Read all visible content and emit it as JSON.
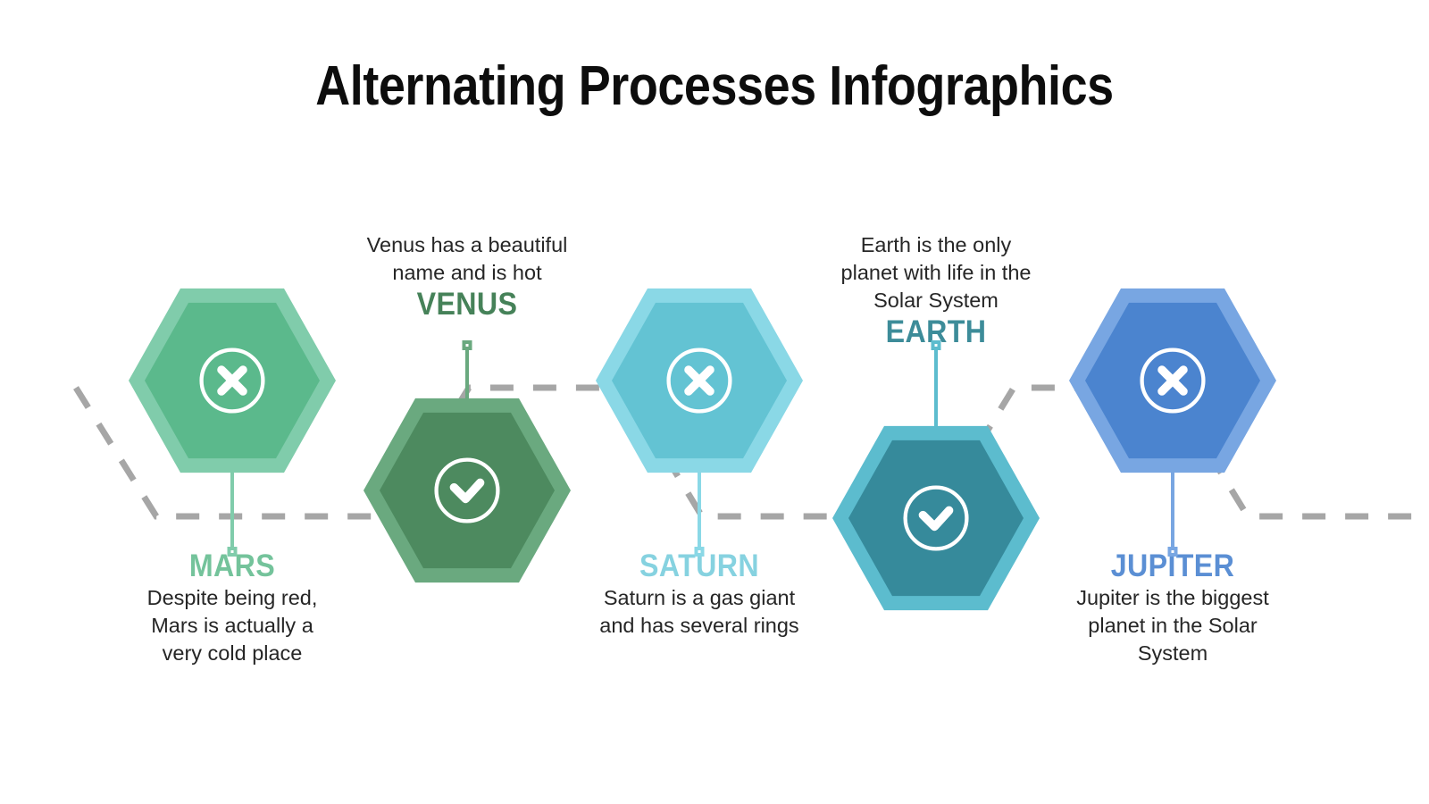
{
  "title": "Alternating Processes Infographics",
  "palette": {
    "background": "#ffffff",
    "title_color": "#0d0d0d",
    "description_color": "#262626",
    "dash_color": "#a6a6a6"
  },
  "dashed_path": {
    "visible": true,
    "style": "dashed",
    "color": "#a6a6a6"
  },
  "steps": [
    {
      "name": "MARS",
      "description": "Despite being red, Mars is actually a very cold place",
      "icon": "circle-x-icon",
      "position": "up",
      "label_color": "#74c39b",
      "hex_outer_color": "#80ccab",
      "hex_inner_color": "#5bb98c",
      "stem_color": "#80ccab"
    },
    {
      "name": "VENUS",
      "description": "Venus has a beautiful name and is hot",
      "icon": "circle-check-icon",
      "position": "down",
      "label_color": "#468259",
      "hex_outer_color": "#6aa97f",
      "hex_inner_color": "#4d8a5f",
      "stem_color": "#6aa97f"
    },
    {
      "name": "SATURN",
      "description": "Saturn is a gas giant and has several rings",
      "icon": "circle-x-icon",
      "position": "up",
      "label_color": "#86d2e0",
      "hex_outer_color": "#8ad8e6",
      "hex_inner_color": "#63c3d3",
      "stem_color": "#8ad8e6"
    },
    {
      "name": "EARTH",
      "description": "Earth is the only planet with life in the Solar System",
      "icon": "circle-check-icon",
      "position": "down",
      "label_color": "#3d8c99",
      "hex_outer_color": "#5cbcce",
      "hex_inner_color": "#368a9b",
      "stem_color": "#5cbcce"
    },
    {
      "name": "JUPITER",
      "description": "Jupiter is the biggest planet in the Solar System",
      "icon": "circle-x-icon",
      "position": "up",
      "label_color": "#5b8fd4",
      "hex_outer_color": "#78a6e2",
      "hex_inner_color": "#4b84cf",
      "stem_color": "#78a6e2"
    }
  ]
}
